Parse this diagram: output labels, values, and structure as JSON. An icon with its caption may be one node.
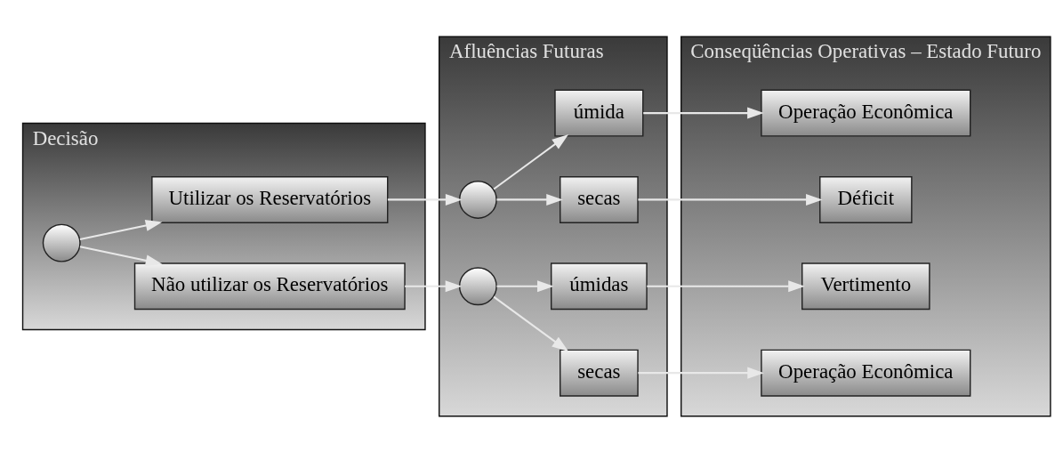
{
  "diagram": {
    "nodes": [
      {
        "text": [
          "Decisão"
        ]
      },
      {
        "text": [],
        "shape": "circle",
        "in": 0
      },
      {
        "text": [
          "Utilizar os Reservatórios"
        ],
        "in": 0
      },
      {
        "text": [
          "Não utilizar os Reservatórios"
        ],
        "in": 0
      },
      {
        "text": [
          "Afluências Futuras"
        ]
      },
      {
        "text": [],
        "shape": "circle",
        "in": 4
      },
      {
        "text": [
          "úmida"
        ],
        "in": 4
      },
      {
        "text": [
          "secas"
        ],
        "in": 4
      },
      {
        "text": [],
        "shape": "circle",
        "in": 4
      },
      {
        "text": [
          "úmidas"
        ],
        "in": 4
      },
      {
        "text": [
          "secas"
        ],
        "in": 4
      },
      {
        "text": [
          "Conseqüências Operativas – Estado Futuro"
        ]
      },
      {
        "text": [
          "Operação Econômica"
        ],
        "in": 11
      },
      {
        "text": [
          "Déficit"
        ],
        "in": 11
      },
      {
        "text": [
          "Vertimento"
        ],
        "in": 11
      },
      {
        "text": [
          "Operação Econômica"
        ],
        "in": 11
      }
    ],
    "edges": [
      {
        "from": 1,
        "to": 2,
        "arrow": "to"
      },
      {
        "from": 1,
        "to": 3,
        "arrow": "to"
      },
      {
        "from": 2,
        "to": 5,
        "arrow": "to"
      },
      {
        "from": 3,
        "to": 8,
        "arrow": "to"
      },
      {
        "from": 5,
        "to": 6,
        "arrow": "to"
      },
      {
        "from": 5,
        "to": 7,
        "arrow": "to"
      },
      {
        "from": 8,
        "to": 9,
        "arrow": "to"
      },
      {
        "from": 8,
        "to": 10,
        "arrow": "to"
      },
      {
        "from": 6,
        "to": 12,
        "arrow": "to"
      },
      {
        "from": 7,
        "to": 13,
        "arrow": "to"
      },
      {
        "from": 9,
        "to": 14,
        "arrow": "to"
      },
      {
        "from": 10,
        "to": 15,
        "arrow": "to"
      }
    ]
  }
}
